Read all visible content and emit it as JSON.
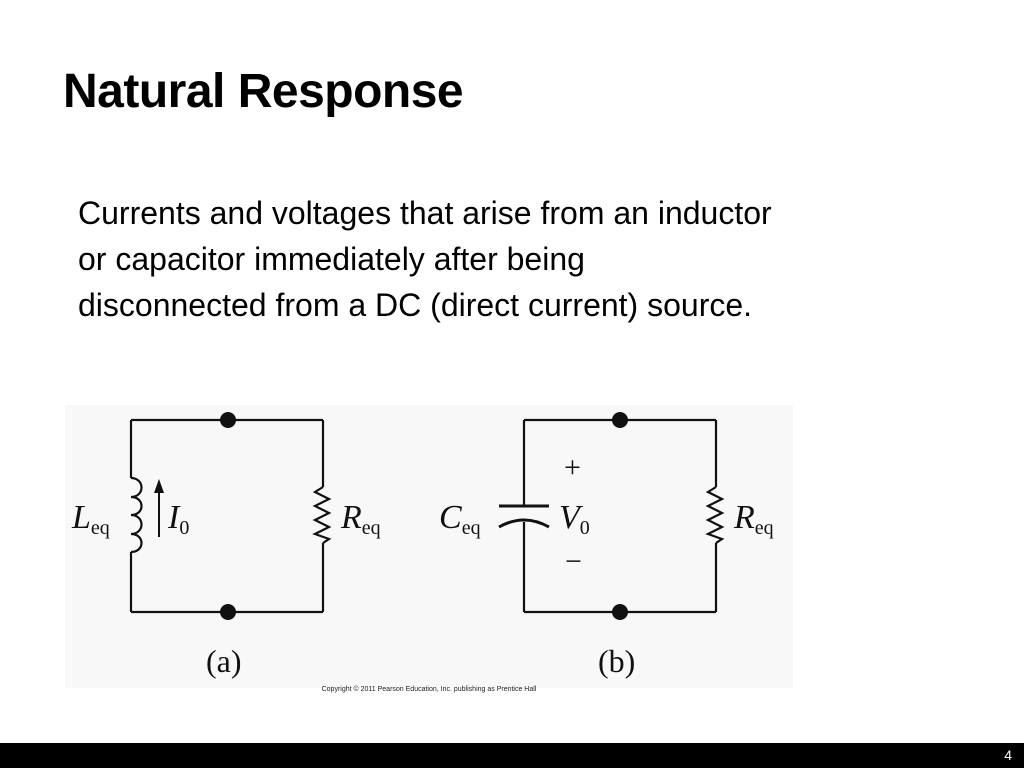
{
  "slide": {
    "title": "Natural Response",
    "body_lines": [
      "Currents and voltages that arise from an inductor",
      "or capacitor immediately after being",
      "disconnected from a DC (direct current) source."
    ],
    "page_number": "4"
  },
  "figure": {
    "circuit_a": {
      "inductor_symbol": "L",
      "inductor_subscript": "eq",
      "current_symbol": "I",
      "current_subscript": "0",
      "resistor_symbol": "R",
      "resistor_subscript": "eq",
      "caption": "(a)"
    },
    "circuit_b": {
      "capacitor_symbol": "C",
      "capacitor_subscript": "eq",
      "plus_sign": "+",
      "voltage_symbol": "V",
      "voltage_subscript": "0",
      "minus_sign": "−",
      "resistor_symbol": "R",
      "resistor_subscript": "eq",
      "caption": "(b)"
    },
    "copyright": "Copyright © 2011 Pearson Education, Inc. publishing as Prentice Hall"
  }
}
